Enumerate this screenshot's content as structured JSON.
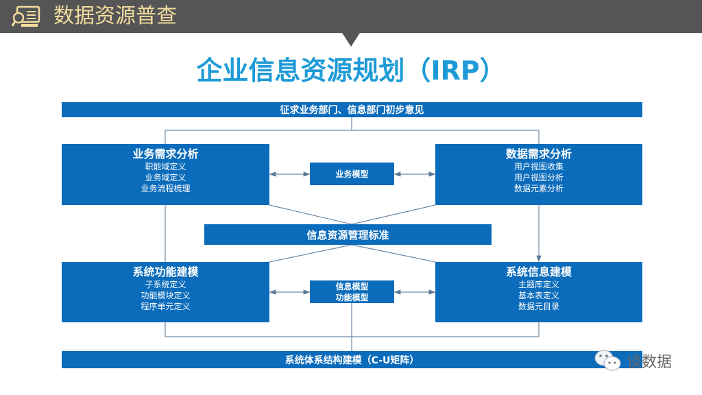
{
  "header": {
    "title": "数据资源普查",
    "icon": "monitor-search-icon"
  },
  "title": "企业信息资源规划（IRP）",
  "top_bar": "征求业务部门、信息部门初步意见",
  "boxes": {
    "business_req": {
      "heading": "业务需求分析",
      "lines": [
        "职能域定义",
        "业务域定义",
        "业务流程梳理"
      ]
    },
    "data_req": {
      "heading": "数据需求分析",
      "lines": [
        "用户视图收集",
        "用户视图分析",
        "数据元素分析"
      ]
    },
    "sys_func": {
      "heading": "系统功能建模",
      "lines": [
        "子系统定义",
        "功能模块定义",
        "程序单元定义"
      ]
    },
    "sys_info": {
      "heading": "系统信息建模",
      "lines": [
        "主题库定义",
        "基本表定义",
        "数据元目录"
      ]
    }
  },
  "business_model": "业务模型",
  "middle_bar": "信息资源管理标准",
  "info_model": [
    "信息模型",
    "功能模型"
  ],
  "bottom_bar": "系统体系结构建模（C-U矩阵）",
  "watermark": {
    "text": "谈数据",
    "icon": "wechat-icon"
  },
  "colors": {
    "header": "#555555",
    "header_text": "#f3dc9e",
    "title": "#1e9bd7",
    "box": "#0b6cbb",
    "line": "#6f8aa6"
  }
}
